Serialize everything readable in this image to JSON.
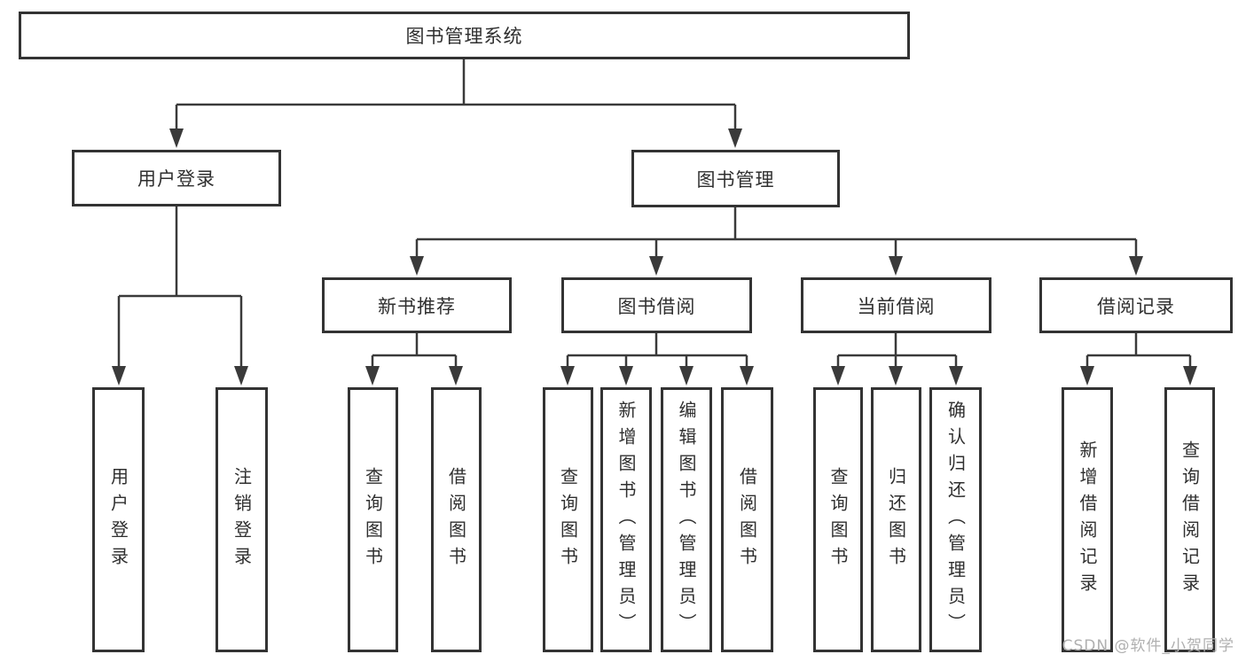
{
  "tree": {
    "label": "图书管理系统",
    "children": [
      {
        "label": "用户登录",
        "children": [
          {
            "label": "用户登录"
          },
          {
            "label": "注销登录"
          }
        ]
      },
      {
        "label": "图书管理",
        "children": [
          {
            "label": "新书推荐",
            "children": [
              {
                "label": "查询图书"
              },
              {
                "label": "借阅图书"
              }
            ]
          },
          {
            "label": "图书借阅",
            "children": [
              {
                "label": "查询图书"
              },
              {
                "label": "新增图书（管理员）"
              },
              {
                "label": "编辑图书（管理员）"
              },
              {
                "label": "借阅图书"
              }
            ]
          },
          {
            "label": "当前借阅",
            "children": [
              {
                "label": "查询图书"
              },
              {
                "label": "归还图书"
              },
              {
                "label": "确认归还（管理员）"
              }
            ]
          },
          {
            "label": "借阅记录",
            "children": [
              {
                "label": "新增借阅记录"
              },
              {
                "label": "查询借阅记录"
              }
            ]
          }
        ]
      }
    ]
  },
  "watermark": "CSDN @软件_小贺同学",
  "colors": {
    "line": "#3a3a3a",
    "box_border": "#333333",
    "text": "#2f2f2f",
    "watermark": "#b0b0b0",
    "background": "#ffffff"
  }
}
